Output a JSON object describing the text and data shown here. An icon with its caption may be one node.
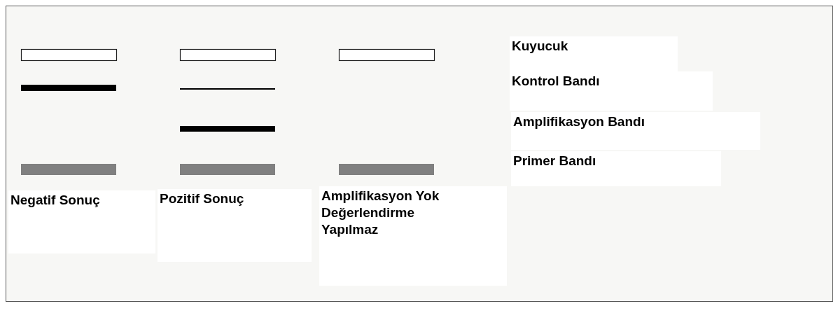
{
  "diagram": {
    "labels": [
      "Kuyucuk",
      "Kontrol Bandı",
      "Amplifikasyon Bandı",
      "Primer Bandı",
      "Negatif Sonuç",
      "Pozitif Sonuç",
      "Amplifikasyon Yok Değerlendirme Yapılmaz"
    ]
  }
}
